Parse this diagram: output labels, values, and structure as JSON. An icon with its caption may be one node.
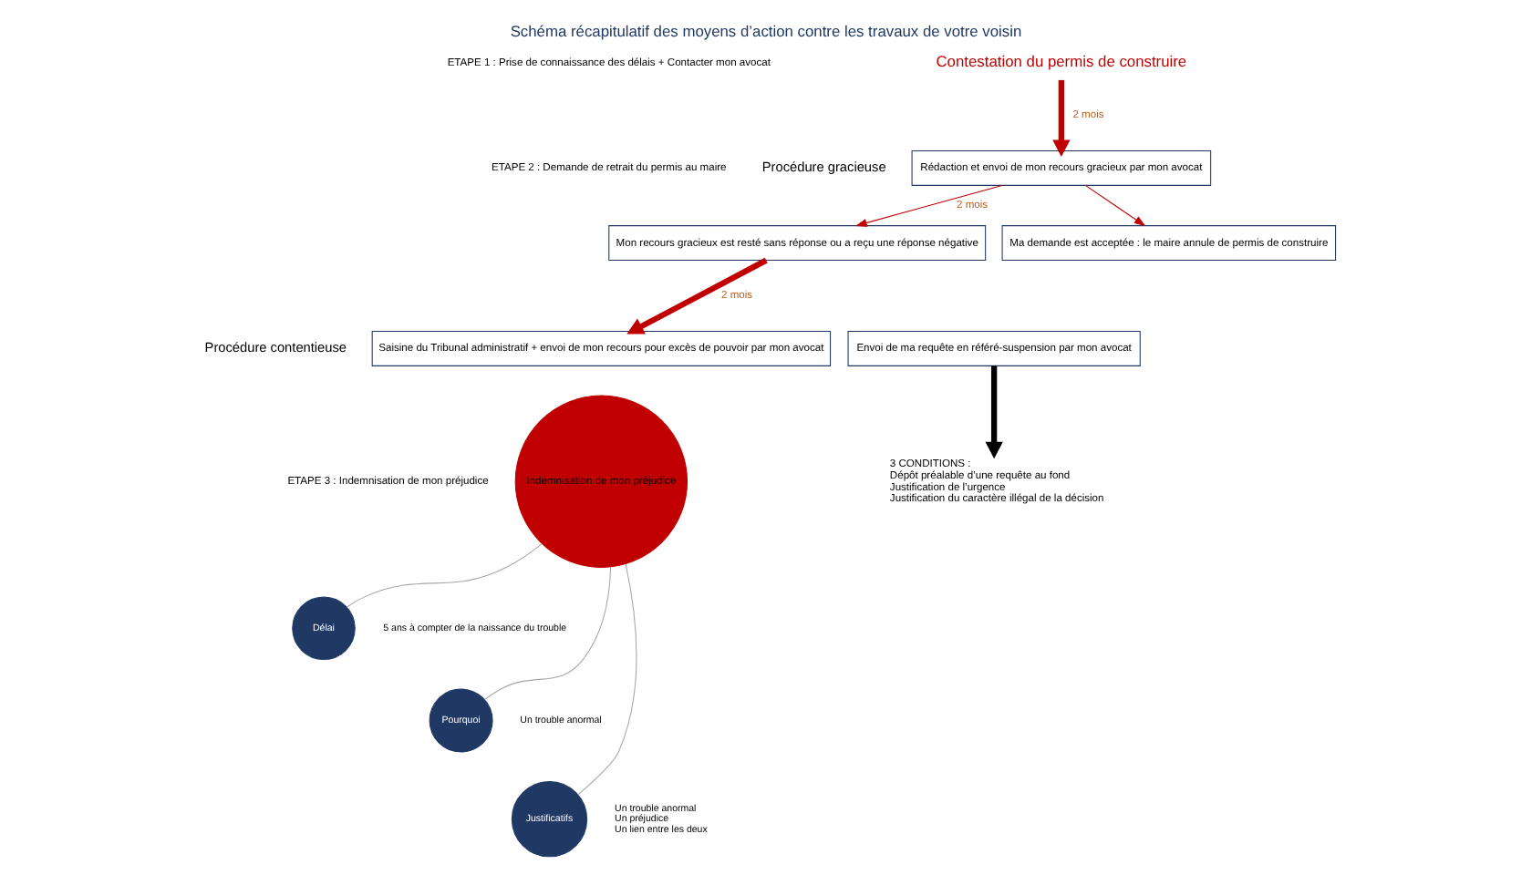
{
  "diagram": {
    "title": "Schéma récapitulatif des moyens d’action contre les travaux de votre voisin",
    "nodes": [
      {
        "text": [
          "Contestation du permis de construire"
        ]
      },
      {
        "text": [
          "Rédaction et envoi de mon recours gracieux par mon avocat"
        ]
      },
      {
        "text": [
          "Mon recours gracieux est resté sans réponse ou a reçu une réponse négative"
        ]
      },
      {
        "text": [
          "Ma demande est acceptée : le maire annule de permis de construire"
        ]
      },
      {
        "text": [
          "Saisine du Tribunal administratif + envoi de mon recours pour excès de pouvoir par mon avocat"
        ]
      },
      {
        "text": [
          "Envoi de ma requête en référé-suspension par mon avocat"
        ]
      },
      {
        "text": [
          "3 CONDITIONS :",
          "Dépôt préalable d’une requête au fond",
          "Justification de l’urgence",
          "Justification du caractère illégal de la décision"
        ]
      },
      {
        "text": [
          "Indemnisation de mon préjudice"
        ]
      },
      {
        "text": [
          "Délai"
        ],
        "beside": [
          "5 ans à compter de la naissance du trouble"
        ]
      },
      {
        "text": [
          "Pourquoi"
        ],
        "beside": [
          "Un trouble anormal"
        ]
      },
      {
        "text": [
          "Justificatifs"
        ],
        "beside": [
          "Un trouble anormal",
          "Un préjudice",
          "Un lien entre les deux"
        ]
      }
    ],
    "edges": [
      {
        "from": 0,
        "to": 1,
        "arrow": "to",
        "label": "2 mois",
        "style": "thick"
      },
      {
        "from": 1,
        "to": 2,
        "arrow": "to",
        "label": "2 mois"
      },
      {
        "from": 1,
        "to": 3,
        "arrow": "to"
      },
      {
        "from": 2,
        "to": 4,
        "arrow": "to",
        "label": "2 mois",
        "style": "thick"
      },
      {
        "from": 5,
        "to": 6,
        "arrow": "to",
        "style": "thick",
        "color": "#000000"
      },
      {
        "from": 7,
        "to": 8,
        "arrow": "none",
        "color": "#a6a6a6"
      },
      {
        "from": 7,
        "to": 9,
        "arrow": "none",
        "color": "#a6a6a6"
      },
      {
        "from": 7,
        "to": 10,
        "arrow": "none",
        "color": "#a6a6a6"
      }
    ],
    "labels": [
      "ETAPE 1 : Prise de connaissance des délais + Contacter mon avocat",
      "ETAPE 2 : Demande de retrait du permis au maire",
      "Procédure gracieuse",
      "ETAPE 3 : Indemnisation de mon préjudice",
      "Procédure contentieuse"
    ]
  }
}
